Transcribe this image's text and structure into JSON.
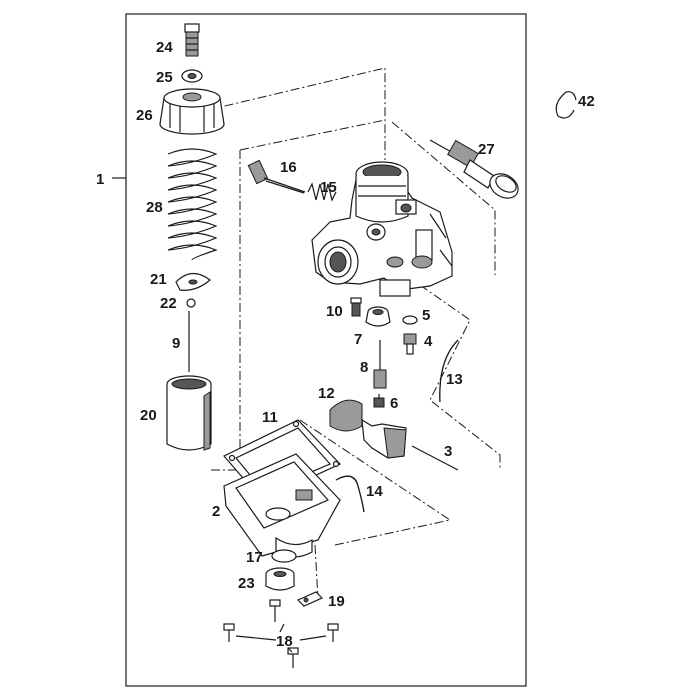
{
  "diagram": {
    "callouts": {
      "p1": "1",
      "p2": "2",
      "p3": "3",
      "p4": "4",
      "p5": "5",
      "p6": "6",
      "p7": "7",
      "p8": "8",
      "p9": "9",
      "p10": "10",
      "p11": "11",
      "p12": "12",
      "p13": "13",
      "p14": "14",
      "p15": "15",
      "p16": "16",
      "p17": "17",
      "p18": "18",
      "p19": "19",
      "p20": "20",
      "p21": "21",
      "p22": "22",
      "p23": "23",
      "p24": "24",
      "p25": "25",
      "p26": "26",
      "p27": "27",
      "p28": "28",
      "p42": "42"
    }
  }
}
